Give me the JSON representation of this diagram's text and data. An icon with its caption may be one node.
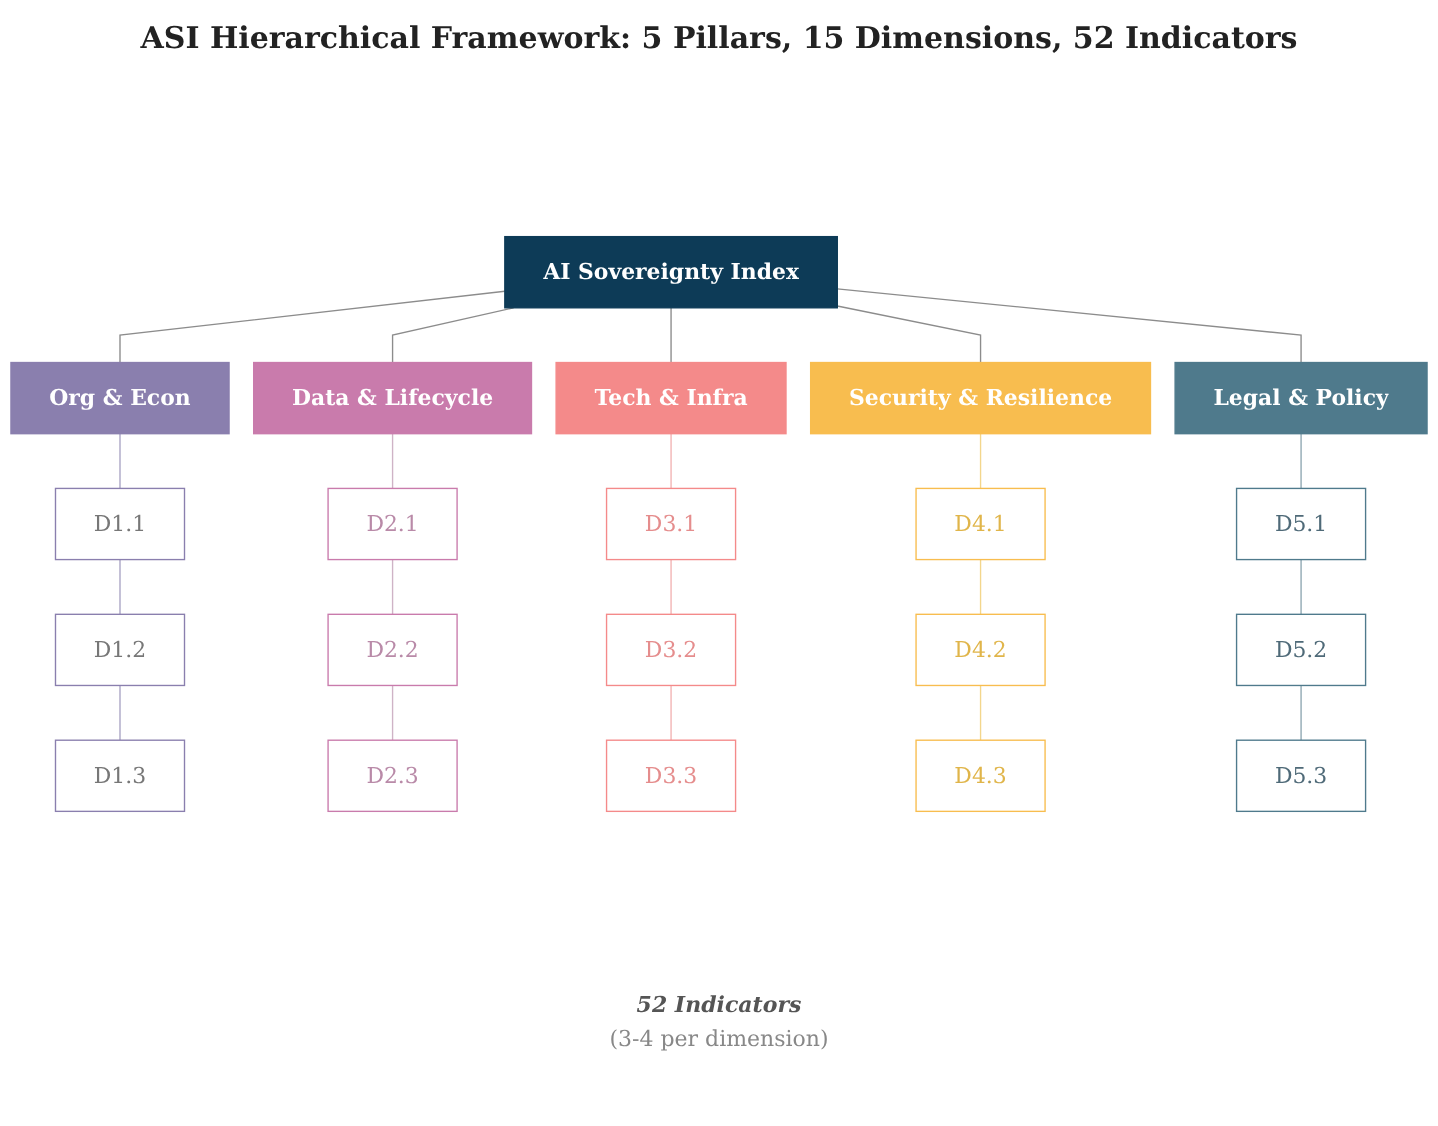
{
  "diagram": {
    "title": "ASI Hierarchical Framework: 5 Pillars, 15 Dimensions, 52 Indicators",
    "nodes": [
      {
        "text": [
          "AI Sovereignty Index"
        ]
      },
      {
        "text": [
          "Org & Econ"
        ]
      },
      {
        "text": [
          "Data & Lifecycle"
        ]
      },
      {
        "text": [
          "Tech & Infra"
        ]
      },
      {
        "text": [
          "Security & Resilience"
        ]
      },
      {
        "text": [
          "Legal & Policy"
        ]
      },
      {
        "text": [
          "D1.1"
        ]
      },
      {
        "text": [
          "D1.2"
        ]
      },
      {
        "text": [
          "D1.3"
        ]
      },
      {
        "text": [
          "D2.1"
        ]
      },
      {
        "text": [
          "D2.2"
        ]
      },
      {
        "text": [
          "D2.3"
        ]
      },
      {
        "text": [
          "D3.1"
        ]
      },
      {
        "text": [
          "D3.2"
        ]
      },
      {
        "text": [
          "D3.3"
        ]
      },
      {
        "text": [
          "D4.1"
        ]
      },
      {
        "text": [
          "D4.2"
        ]
      },
      {
        "text": [
          "D4.3"
        ]
      },
      {
        "text": [
          "D5.1"
        ]
      },
      {
        "text": [
          "D5.2"
        ]
      },
      {
        "text": [
          "D5.3"
        ]
      }
    ],
    "edges": [
      {
        "from": 0,
        "to": 1,
        "arrow": "none"
      },
      {
        "from": 0,
        "to": 2,
        "arrow": "none"
      },
      {
        "from": 0,
        "to": 3,
        "arrow": "none"
      },
      {
        "from": 0,
        "to": 4,
        "arrow": "none"
      },
      {
        "from": 0,
        "to": 5,
        "arrow": "none"
      },
      {
        "from": 1,
        "to": 6,
        "arrow": "none",
        "color": "#a9a4c4"
      },
      {
        "from": 6,
        "to": 7,
        "arrow": "none",
        "color": "#a9a4c4"
      },
      {
        "from": 7,
        "to": 8,
        "arrow": "none",
        "color": "#a9a4c4"
      },
      {
        "from": 2,
        "to": 9,
        "arrow": "none",
        "color": "#cfb3c6"
      },
      {
        "from": 9,
        "to": 10,
        "arrow": "none",
        "color": "#cfb3c6"
      },
      {
        "from": 10,
        "to": 11,
        "arrow": "none",
        "color": "#cfb3c6"
      },
      {
        "from": 3,
        "to": 12,
        "arrow": "none",
        "color": "#f2b3b3"
      },
      {
        "from": 12,
        "to": 13,
        "arrow": "none",
        "color": "#f2b3b3"
      },
      {
        "from": 13,
        "to": 14,
        "arrow": "none",
        "color": "#f2b3b3"
      },
      {
        "from": 4,
        "to": 15,
        "arrow": "none",
        "color": "#f3d68c"
      },
      {
        "from": 15,
        "to": 16,
        "arrow": "none",
        "color": "#f3d68c"
      },
      {
        "from": 16,
        "to": 17,
        "arrow": "none",
        "color": "#f3d68c"
      },
      {
        "from": 5,
        "to": 18,
        "arrow": "none",
        "color": "#8fa7b2"
      },
      {
        "from": 18,
        "to": 19,
        "arrow": "none",
        "color": "#8fa7b2"
      },
      {
        "from": 19,
        "to": 20,
        "arrow": "none",
        "color": "#8fa7b2"
      }
    ],
    "labels": [
      "52 Indicators",
      "(3-4 per dimension)"
    ]
  }
}
